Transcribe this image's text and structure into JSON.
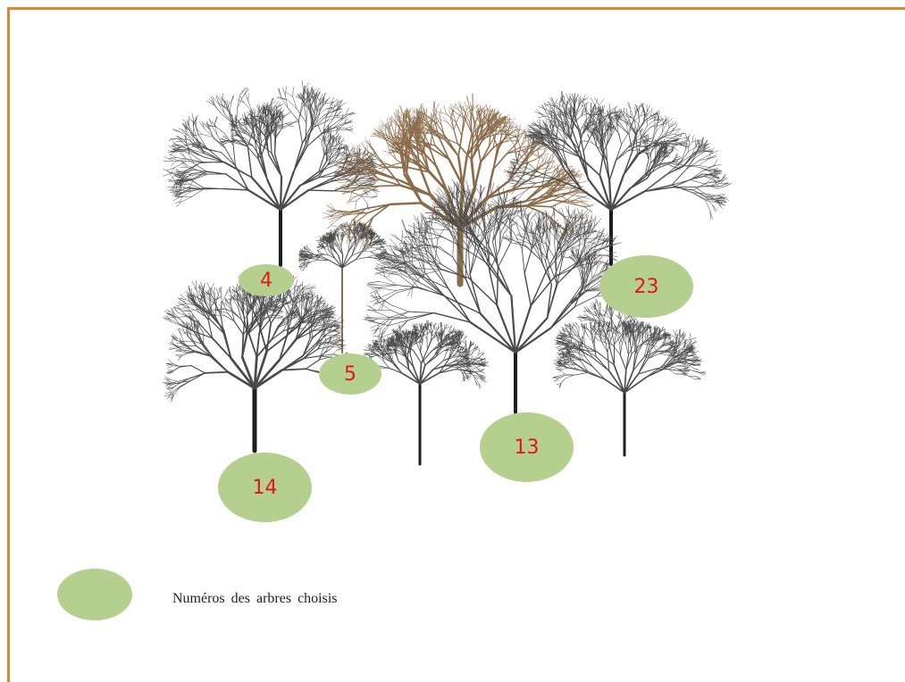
{
  "colors": {
    "frame": "#d9882f",
    "label_fill": "#b5cf8f",
    "label_text": "#e01818",
    "branch": "#4a4a4a",
    "trunk_dark": "#1e1e1e",
    "trunk_brown": "#8a6b4a"
  },
  "tree_labels": [
    "4",
    "5",
    "14",
    "13",
    "23"
  ],
  "legend": {
    "label": "Numéros des arbres choisis"
  }
}
